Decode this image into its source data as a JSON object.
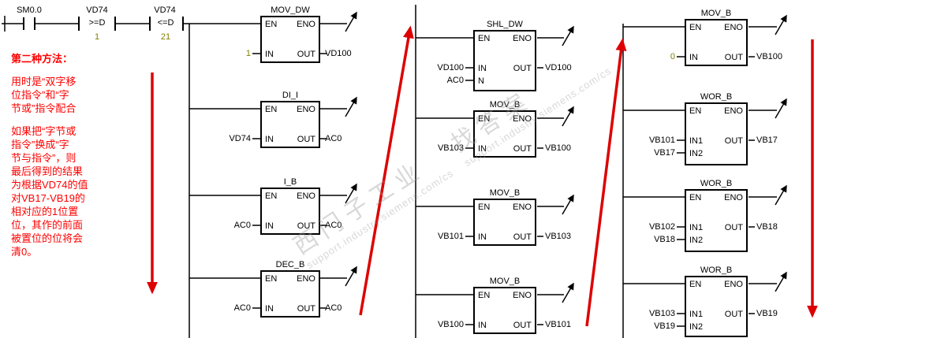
{
  "network": {
    "contacts": [
      {
        "label": "SM0.0"
      },
      {
        "label": "VD74",
        "op": ">=D",
        "value": "1"
      },
      {
        "label": "VD74",
        "op": "<=D",
        "value": "21"
      }
    ]
  },
  "pins": {
    "en": "EN",
    "eno": "ENO",
    "in": "IN",
    "out": "OUT",
    "n": "N",
    "in1": "IN1",
    "in2": "IN2"
  },
  "col1": {
    "b1": {
      "title": "MOV_DW",
      "in": "1",
      "out": "VD100"
    },
    "b2": {
      "title": "DI_I",
      "in": "VD74",
      "out": "AC0"
    },
    "b3": {
      "title": "I_B",
      "in": "AC0",
      "out": "AC0"
    },
    "b4": {
      "title": "DEC_B",
      "in": "AC0",
      "out": "AC0"
    }
  },
  "col2": {
    "b1": {
      "title": "SHL_DW",
      "in": "VD100",
      "n": "AC0",
      "out": "VD100"
    },
    "b2": {
      "title": "MOV_B",
      "in": "VB103",
      "out": "VB100"
    },
    "b3": {
      "title": "MOV_B",
      "in": "VB101",
      "out": "VB103"
    },
    "b4": {
      "title": "MOV_B",
      "in": "VB100",
      "out": "VB101"
    }
  },
  "col3": {
    "b1": {
      "title": "MOV_B",
      "in": "0",
      "out": "VB100"
    },
    "b2": {
      "title": "WOR_B",
      "in1": "VB101",
      "in2": "VB17",
      "out": "VB17"
    },
    "b3": {
      "title": "WOR_B",
      "in1": "VB102",
      "in2": "VB18",
      "out": "VB18"
    },
    "b4": {
      "title": "WOR_B",
      "in1": "VB103",
      "in2": "VB19",
      "out": "VB19"
    }
  },
  "annotation": {
    "title": "第二种方法：",
    "para1": [
      "用时是“双字移",
      "位指令”和“字",
      "节或”指令配合"
    ],
    "para2": [
      "如果把“字节或",
      "指令”换成“字",
      "节与指令”，则",
      "最后得到的结果",
      "为根据VD74的值",
      "对VB17-VB19的",
      "相对应的1位置",
      "位，其作的前面",
      "被置位的位将会",
      "清0。"
    ]
  },
  "watermark": {
    "brand": "西门子工业",
    "slogan": "找答案",
    "url": "support.industry.siemens.com/cs"
  },
  "colors": {
    "wire": "#000000",
    "constant_operand": "#808000",
    "annotation_text": "#ff0000",
    "red_arrow": "#dd0000"
  }
}
